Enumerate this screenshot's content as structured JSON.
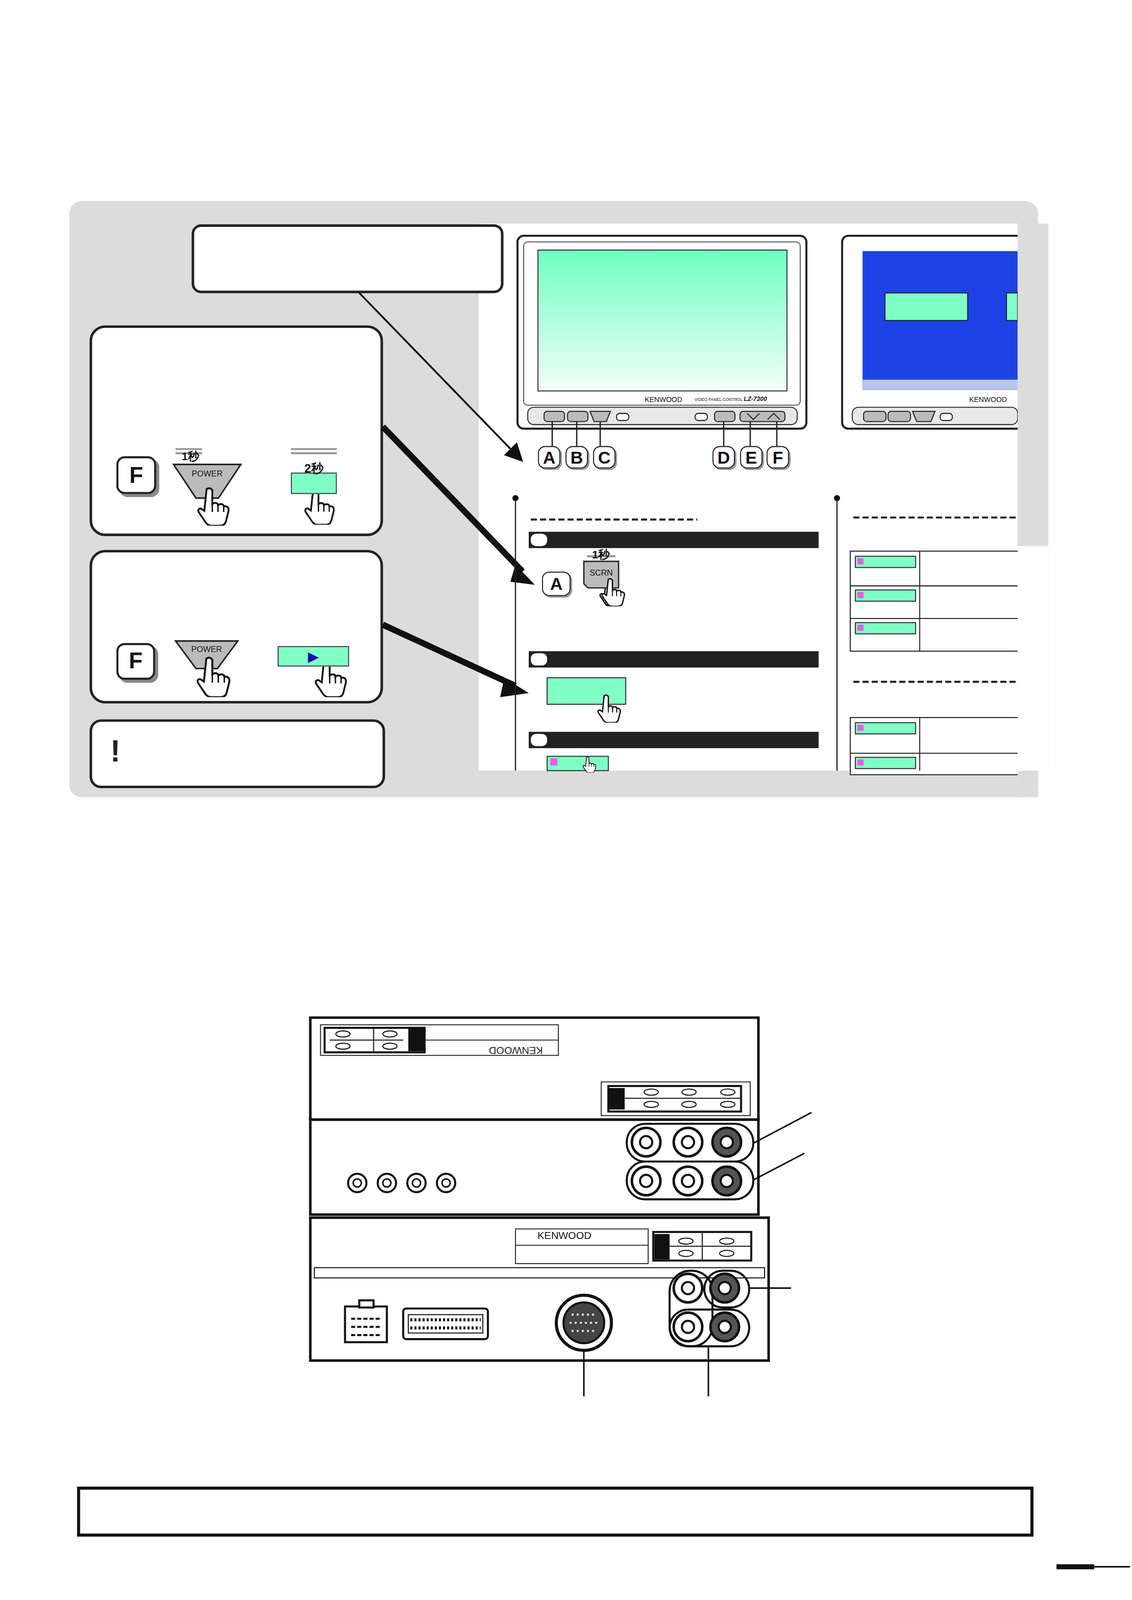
{
  "diagram": {
    "nodes": [
      {
        "text": [
          "A"
        ]
      },
      {
        "text": [
          "B"
        ]
      },
      {
        "text": [
          "C"
        ]
      },
      {
        "text": [
          "D"
        ]
      },
      {
        "text": [
          "E"
        ]
      },
      {
        "text": [
          "F"
        ]
      },
      {
        "text": [
          "F"
        ]
      },
      {
        "text": [
          "1秒",
          "POWER"
        ]
      },
      {
        "text": [
          "2秒"
        ]
      },
      {
        "text": [
          "F"
        ]
      },
      {
        "text": [
          "POWER"
        ]
      },
      {
        "text": [
          "▶"
        ]
      },
      {
        "text": [
          "A"
        ]
      },
      {
        "text": [
          "1秒",
          "SCRN"
        ]
      }
    ],
    "labels": [
      "KENWOOD",
      "VIDEO PANEL CONTROL",
      "LZ-7300",
      "KENWOOD",
      "KENWOOD",
      "KENWOOD",
      "!"
    ]
  }
}
